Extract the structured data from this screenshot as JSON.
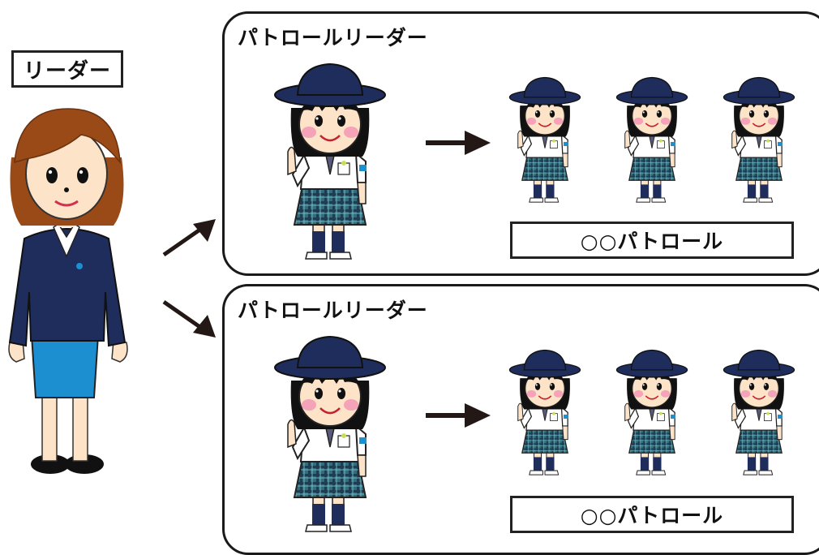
{
  "leader": {
    "label": "リーダー"
  },
  "patrols": [
    {
      "title": "パトロールリーダー",
      "name": "○○パトロール"
    },
    {
      "title": "パトロールリーダー",
      "name": "○○パトロール"
    }
  ],
  "colors": {
    "navy": "#1f2d5c",
    "skirt_blue": "#1b8fd0",
    "plaid": "#2e6f7a",
    "skin": "#fde3c8",
    "hair_brown": "#9a4a16",
    "hair_black": "#111111"
  }
}
